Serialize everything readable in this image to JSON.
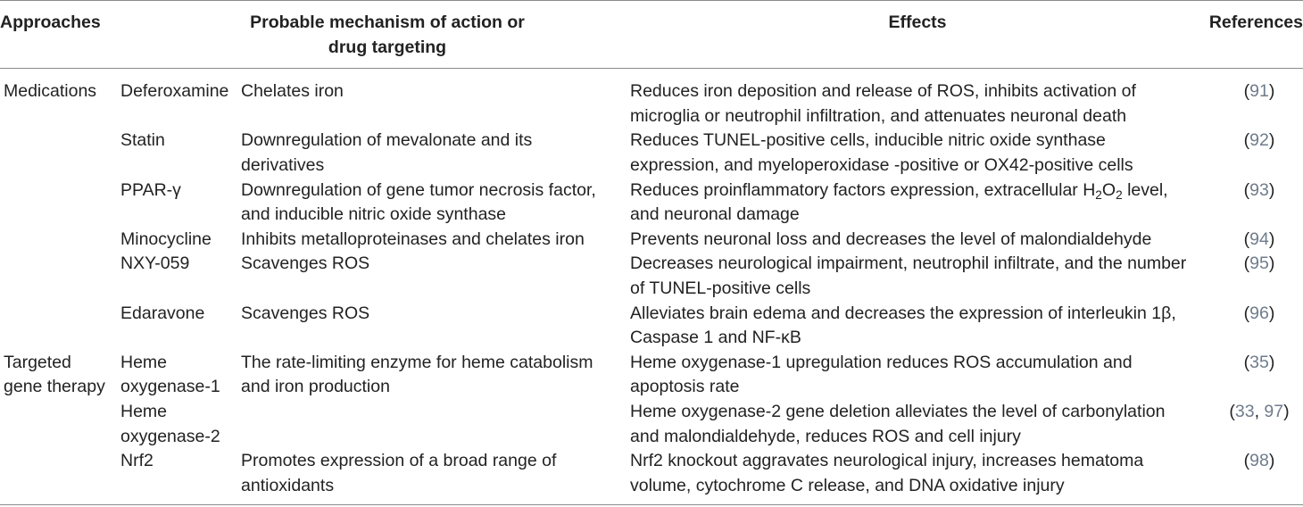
{
  "colors": {
    "text": "#222222",
    "reference_link": "#6f7c8c",
    "rule": "#8a8a8a"
  },
  "table": {
    "headers": {
      "approaches": "Approaches",
      "mechanism": [
        "Probable mechanism of action or",
        "drug targeting"
      ],
      "effects": "Effects",
      "references": "References"
    },
    "groups": [
      {
        "approach": [
          "Medications"
        ],
        "rows": [
          {
            "drug": [
              "Deferoxamine"
            ],
            "mechanism": [
              "Chelates iron"
            ],
            "effects": [
              "Reduces iron deposition and release of ROS, inhibits activation of",
              "microglia or neutrophil infiltration, and attenuates neuronal death"
            ],
            "ref": [
              "(",
              "91",
              ")"
            ]
          },
          {
            "drug": [
              "Statin"
            ],
            "mechanism": [
              "Downregulation of mevalonate and its",
              "derivatives"
            ],
            "effects": [
              "Reduces TUNEL-positive cells, inducible nitric oxide synthase",
              "expression, and myeloperoxidase -positive or OX42-positive cells"
            ],
            "ref": [
              "(",
              "92",
              ")"
            ]
          },
          {
            "drug": [
              "PPAR-γ"
            ],
            "mechanism": [
              "Downregulation of gene tumor necrosis factor,",
              "and inducible nitric oxide synthase"
            ],
            "effects": [
              [
                "Reduces proinflammatory factors expression, extracellular H",
                "2",
                "O",
                "2",
                " level,"
              ],
              "and neuronal damage"
            ],
            "ref": [
              "(",
              "93",
              ")"
            ]
          },
          {
            "drug": [
              "Minocycline"
            ],
            "mechanism": [
              "Inhibits metalloproteinases and chelates iron"
            ],
            "effects": [
              "Prevents neuronal loss and decreases the level of malondialdehyde"
            ],
            "ref": [
              "(",
              "94",
              ")"
            ]
          },
          {
            "drug": [
              "NXY-059"
            ],
            "mechanism": [
              "Scavenges ROS"
            ],
            "effects": [
              "Decreases neurological impairment, neutrophil infiltrate, and the number",
              "of TUNEL-positive cells"
            ],
            "ref": [
              "(",
              "95",
              ")"
            ]
          },
          {
            "drug": [
              "Edaravone"
            ],
            "mechanism": [
              "Scavenges ROS"
            ],
            "effects": [
              "Alleviates brain edema and decreases the expression of interleukin 1β,",
              "Caspase 1 and NF-κB"
            ],
            "ref": [
              "(",
              "96",
              ")"
            ]
          }
        ]
      },
      {
        "approach": [
          "Targeted",
          "gene therapy"
        ],
        "rows": [
          {
            "drug": [
              "Heme",
              "oxygenase-1"
            ],
            "mechanism": [
              "The rate-limiting enzyme for heme catabolism",
              "and iron production"
            ],
            "effects": [
              "Heme oxygenase-1 upregulation reduces ROS accumulation and",
              "apoptosis rate"
            ],
            "ref": [
              "(",
              "35",
              ")"
            ]
          },
          {
            "drug": [
              "Heme",
              "oxygenase-2"
            ],
            "mechanism": [],
            "effects": [
              "Heme oxygenase-2 gene deletion alleviates the level of carbonylation",
              "and malondialdehyde, reduces ROS and cell injury"
            ],
            "ref": [
              "(",
              "33",
              ", ",
              "97",
              ")"
            ]
          },
          {
            "drug": [
              "Nrf2"
            ],
            "mechanism": [
              "Promotes expression of a broad range of",
              "antioxidants"
            ],
            "effects": [
              "Nrf2 knockout aggravates neurological injury, increases hematoma",
              "volume, cytochrome C release, and DNA oxidative injury"
            ],
            "ref": [
              "(",
              "98",
              ")"
            ]
          }
        ]
      }
    ]
  }
}
